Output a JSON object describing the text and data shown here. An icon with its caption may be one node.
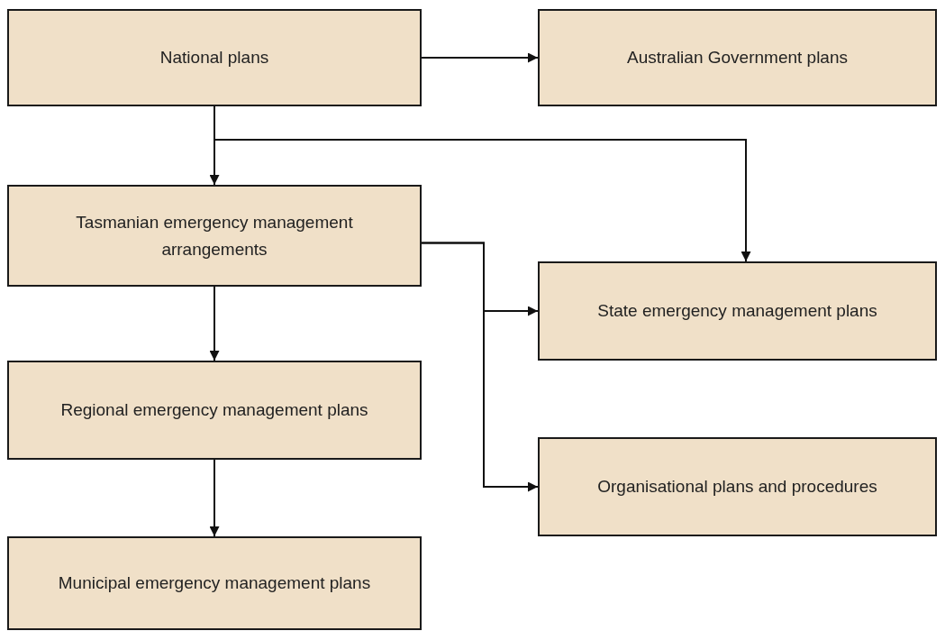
{
  "diagram": {
    "nodes": [
      {
        "text": [
          "National plans"
        ]
      },
      {
        "text": [
          "Australian Government plans"
        ]
      },
      {
        "text": [
          "Tasmanian emergency management arrangements"
        ]
      },
      {
        "text": [
          "State emergency management plans"
        ]
      },
      {
        "text": [
          "Regional emergency management plans"
        ]
      },
      {
        "text": [
          "Organisational plans and procedures"
        ]
      },
      {
        "text": [
          "Municipal emergency management plans"
        ]
      }
    ],
    "edges": [
      {
        "from": 0,
        "to": 1,
        "arrow": "to"
      },
      {
        "from": 0,
        "to": 2,
        "arrow": "to"
      },
      {
        "from": 0,
        "to": 3,
        "arrow": "to"
      },
      {
        "from": 2,
        "to": 3,
        "arrow": "to"
      },
      {
        "from": 2,
        "to": 4,
        "arrow": "to"
      },
      {
        "from": 2,
        "to": 5,
        "arrow": "to"
      },
      {
        "from": 4,
        "to": 6,
        "arrow": "to"
      }
    ]
  }
}
